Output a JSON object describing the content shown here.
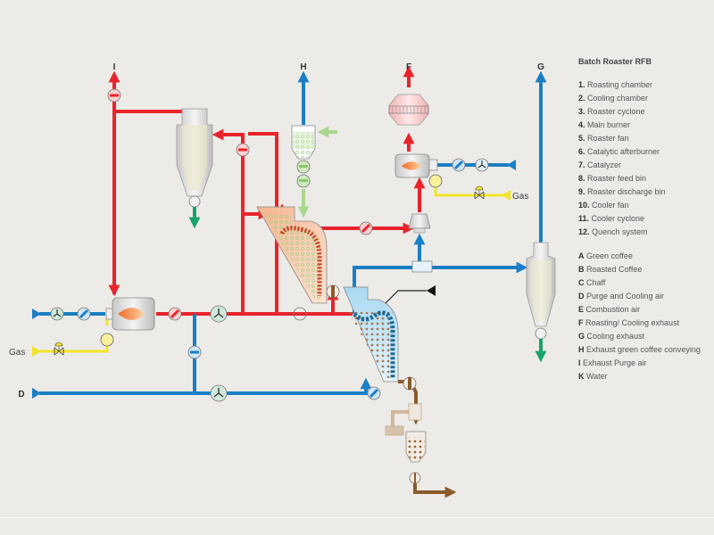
{
  "title": "Batch Roaster RFB",
  "components": [
    {
      "num": "1.",
      "label": "Roasting chamber"
    },
    {
      "num": "2.",
      "label": "Cooling chamber"
    },
    {
      "num": "3.",
      "label": "Roaster cyclone"
    },
    {
      "num": "4.",
      "label": "Main burner"
    },
    {
      "num": "5.",
      "label": "Roaster fan"
    },
    {
      "num": "6.",
      "label": "Catalytic afterburner"
    },
    {
      "num": "7.",
      "label": "Catalyzer"
    },
    {
      "num": "8.",
      "label": "Roaster feed bin"
    },
    {
      "num": "9.",
      "label": "Roaster discharge bin"
    },
    {
      "num": "10.",
      "label": "Cooler fan"
    },
    {
      "num": "11.",
      "label": "Cooler cyclone"
    },
    {
      "num": "12.",
      "label": "Quench system"
    }
  ],
  "streams": [
    {
      "key": "A",
      "label": "Green coffee"
    },
    {
      "key": "B",
      "label": "Roasted Coffee"
    },
    {
      "key": "C",
      "label": "Chaff"
    },
    {
      "key": "D",
      "label": "Purge and Cooling air"
    },
    {
      "key": "E",
      "label": "Combustion air"
    },
    {
      "key": "F",
      "label": "Roasting/ Cooling exhaust"
    },
    {
      "key": "G",
      "label": "Cooling exhaust"
    },
    {
      "key": "H",
      "label": "Exhaust green coffee conveying"
    },
    {
      "key": "I",
      "label": "Exhaust Purge air"
    },
    {
      "key": "K",
      "label": "Water"
    }
  ],
  "diagram_labels": {
    "I": "I",
    "H": "H",
    "F": "F",
    "G": "G",
    "D": "D",
    "gas_left": "Gas",
    "gas_right": "Gas"
  },
  "colors": {
    "hot_air": "#e8242b",
    "cold_air": "#1a7fc4",
    "gas": "#f2e42a",
    "green_coffee": "#86c86a",
    "roasted_coffee": "#8b5a2b",
    "chaff": "#1aa36b"
  }
}
